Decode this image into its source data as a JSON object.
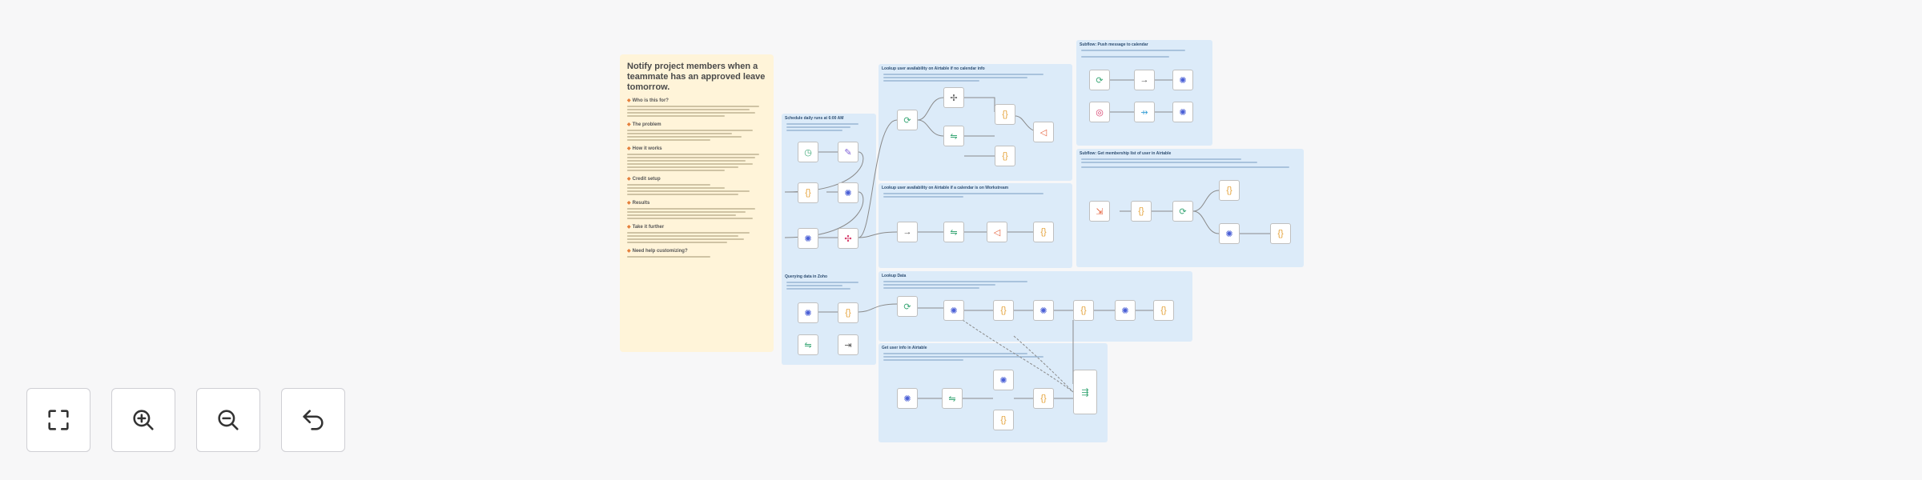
{
  "sticky_note": {
    "title": "Notify project members when a teammate has an approved leave tomorrow.",
    "sections": [
      {
        "heading": "Who is this for?"
      },
      {
        "heading": "The problem"
      },
      {
        "heading": "How it works"
      },
      {
        "heading": "Credit setup"
      },
      {
        "heading": "Results"
      },
      {
        "heading": "Take it further"
      },
      {
        "heading": "Need help customizing?"
      }
    ]
  },
  "groups": [
    {
      "title": "Schedule daily runs at 6:00 AM"
    },
    {
      "title": "Lookup user availability on Airtable if no calendar info"
    },
    {
      "title": "Lookup user availability on Airtable if a calendar is on Workstream"
    },
    {
      "title": "Querying data in Zoho"
    },
    {
      "title": "Lookup Data"
    },
    {
      "title": "Get user info in Airtable"
    },
    {
      "title": "Subflow: Push message to calendar"
    },
    {
      "title": "Subflow: Get membership list of user in Airtable"
    }
  ],
  "controls": {
    "fit": "Fit view",
    "zoom_in": "Zoom in",
    "zoom_out": "Zoom out",
    "reset": "Reset zoom"
  },
  "colors": {
    "note_bg": "#fff4d9",
    "group_bg": "#dcebf9",
    "canvas_bg": "#f7f7f8",
    "accent": "#e57f3b"
  }
}
